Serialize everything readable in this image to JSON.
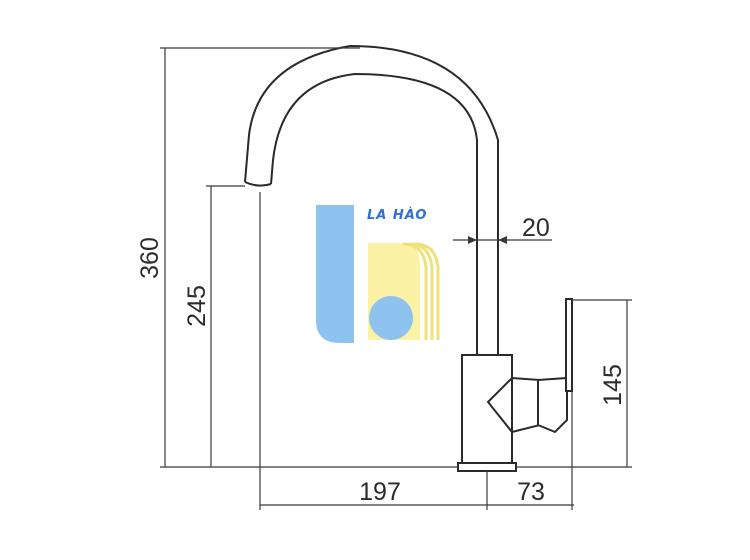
{
  "watermark": {
    "brand": "LA HÀO",
    "colors": {
      "blue": "#8ec3ef",
      "yellow": "#fbf2a6",
      "yellow_line": "#f0e07a",
      "text": "#2f6fd6"
    }
  },
  "dimensions": {
    "total_height": "360",
    "spout_height": "245",
    "pipe_diameter": "20",
    "handle_height": "145",
    "reach": "197",
    "handle_depth": "73"
  },
  "colors": {
    "line": "#3a3a3a",
    "text": "#2b2b2b",
    "background": "#ffffff"
  }
}
